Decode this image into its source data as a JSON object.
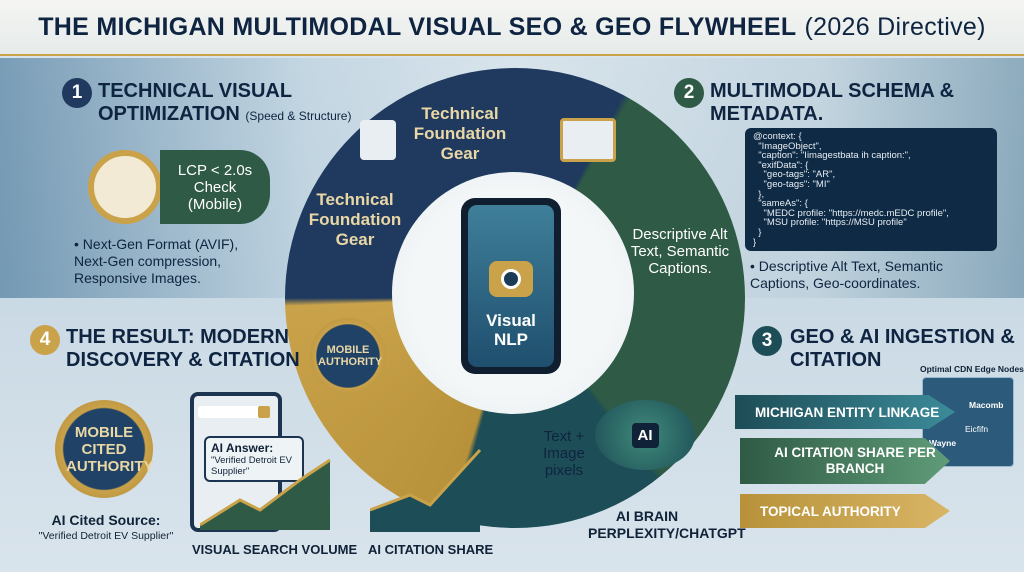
{
  "title": {
    "main": "THE MICHIGAN MULTIMODAL VISUAL SEO & GEO FLYWHEEL",
    "sub": "(2026 Directive)"
  },
  "step1": {
    "number": "1",
    "heading": "TECHNICAL VISUAL OPTIMIZATION",
    "subheading": "(Speed & Structure)",
    "lcp_box": "LCP < 2.0s Check (Mobile)",
    "bullet": "• Next-Gen Format (AVIF), Next-Gen compression, Responsive Images."
  },
  "step2": {
    "number": "2",
    "heading": "MULTIMODAL SCHEMA & METADATA.",
    "code": [
      "@context: {",
      "  \"ImageObject\",",
      "  \"caption\": \"Iimagestbata ih caption:\",",
      "  \"exifData\": {",
      "    \"geo-tags\": \"AR\",",
      "    \"geo-tags\": \"MI\"",
      "  },",
      "  \"sameAs\": {",
      "    \"MEDC profile: \"https://medc.mEDC profile\",",
      "    \"MSU profile: \"https://MSU profile\"",
      "  }",
      "}"
    ],
    "bullet": "• Descriptive Alt Text, Semantic Captions, Geo-coordinates."
  },
  "wheel": {
    "gear_top": "Technical Foundation Gear",
    "gear_left": "Technical Foundation Gear",
    "alt_text": "Descriptive Alt Text, Semantic Captions.",
    "center": "Visual NLP",
    "badge": "MOBILE AUTHORITY",
    "input_text": "Text + Image pixels",
    "ai_chip": "AI",
    "brain_label": "AI BRAIN PERPLEXITY/CHATGPT"
  },
  "step3": {
    "number": "3",
    "heading": "GEO & AI INGESTION & CITATION",
    "arrows": [
      "MICHIGAN ENTITY LINKAGE",
      "AI CITATION SHARE PER BRANCH",
      "TOPICAL AUTHORITY"
    ],
    "map_title": "Optimal CDN Edge Nodes",
    "map_labels": [
      "Macomb",
      "Eicfifn",
      "Wayne"
    ]
  },
  "step4": {
    "number": "4",
    "heading": "THE RESULT: MODERN DISCOVERY & CITATION",
    "badge": "MOBILE CITED AUTHORITY",
    "source_label": "AI Cited Source:",
    "source_value": "\"Verified Detroit EV Supplier\"",
    "answer_label": "AI Answer:",
    "answer_value": "\"Verified Detroit EV Supplier\"",
    "chart1_label": "VISUAL SEARCH VOLUME",
    "chart2_label": "AI CITATION SHARE"
  },
  "colors": {
    "navy": "#1f3a5e",
    "green": "#2f5a45",
    "gold": "#c9a24a",
    "teal": "#1d4d56"
  }
}
